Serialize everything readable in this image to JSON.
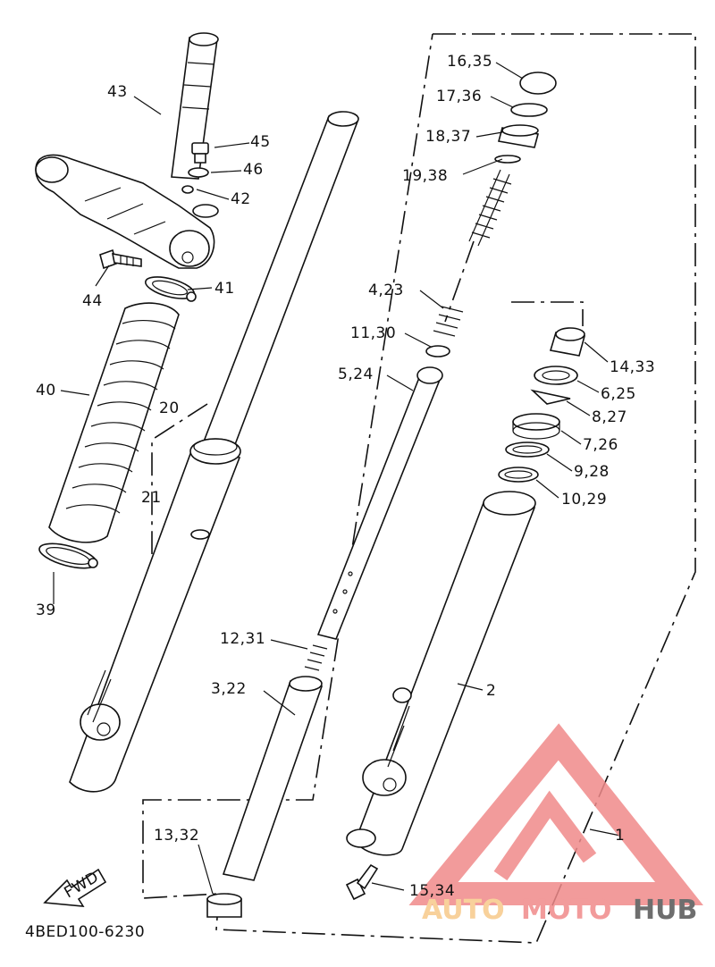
{
  "diagram": {
    "code": "4BED100-6230",
    "fwd_label": "FWD",
    "callouts": {
      "c1": "1",
      "c2": "2",
      "c3_22": "3,22",
      "c4_23": "4,23",
      "c5_24": "5,24",
      "c6_25": "6,25",
      "c7_26": "7,26",
      "c8_27": "8,27",
      "c9_28": "9,28",
      "c10_29": "10,29",
      "c11_30": "11,30",
      "c12_31": "12,31",
      "c13_32": "13,32",
      "c14_33": "14,33",
      "c15_34": "15,34",
      "c16_35": "16,35",
      "c17_36": "17,36",
      "c18_37": "18,37",
      "c19_38": "19,38",
      "c20": "20",
      "c21": "21",
      "c39": "39",
      "c40": "40",
      "c41": "41",
      "c42": "42",
      "c43": "43",
      "c44": "44",
      "c45": "45",
      "c46": "46"
    }
  },
  "watermark": {
    "part1": "AUTO",
    "part2": "MOTO",
    "part3": "HUB",
    "color_light": "#f7c98a",
    "color_mid": "#f08a8a",
    "color_dark": "#555555"
  }
}
